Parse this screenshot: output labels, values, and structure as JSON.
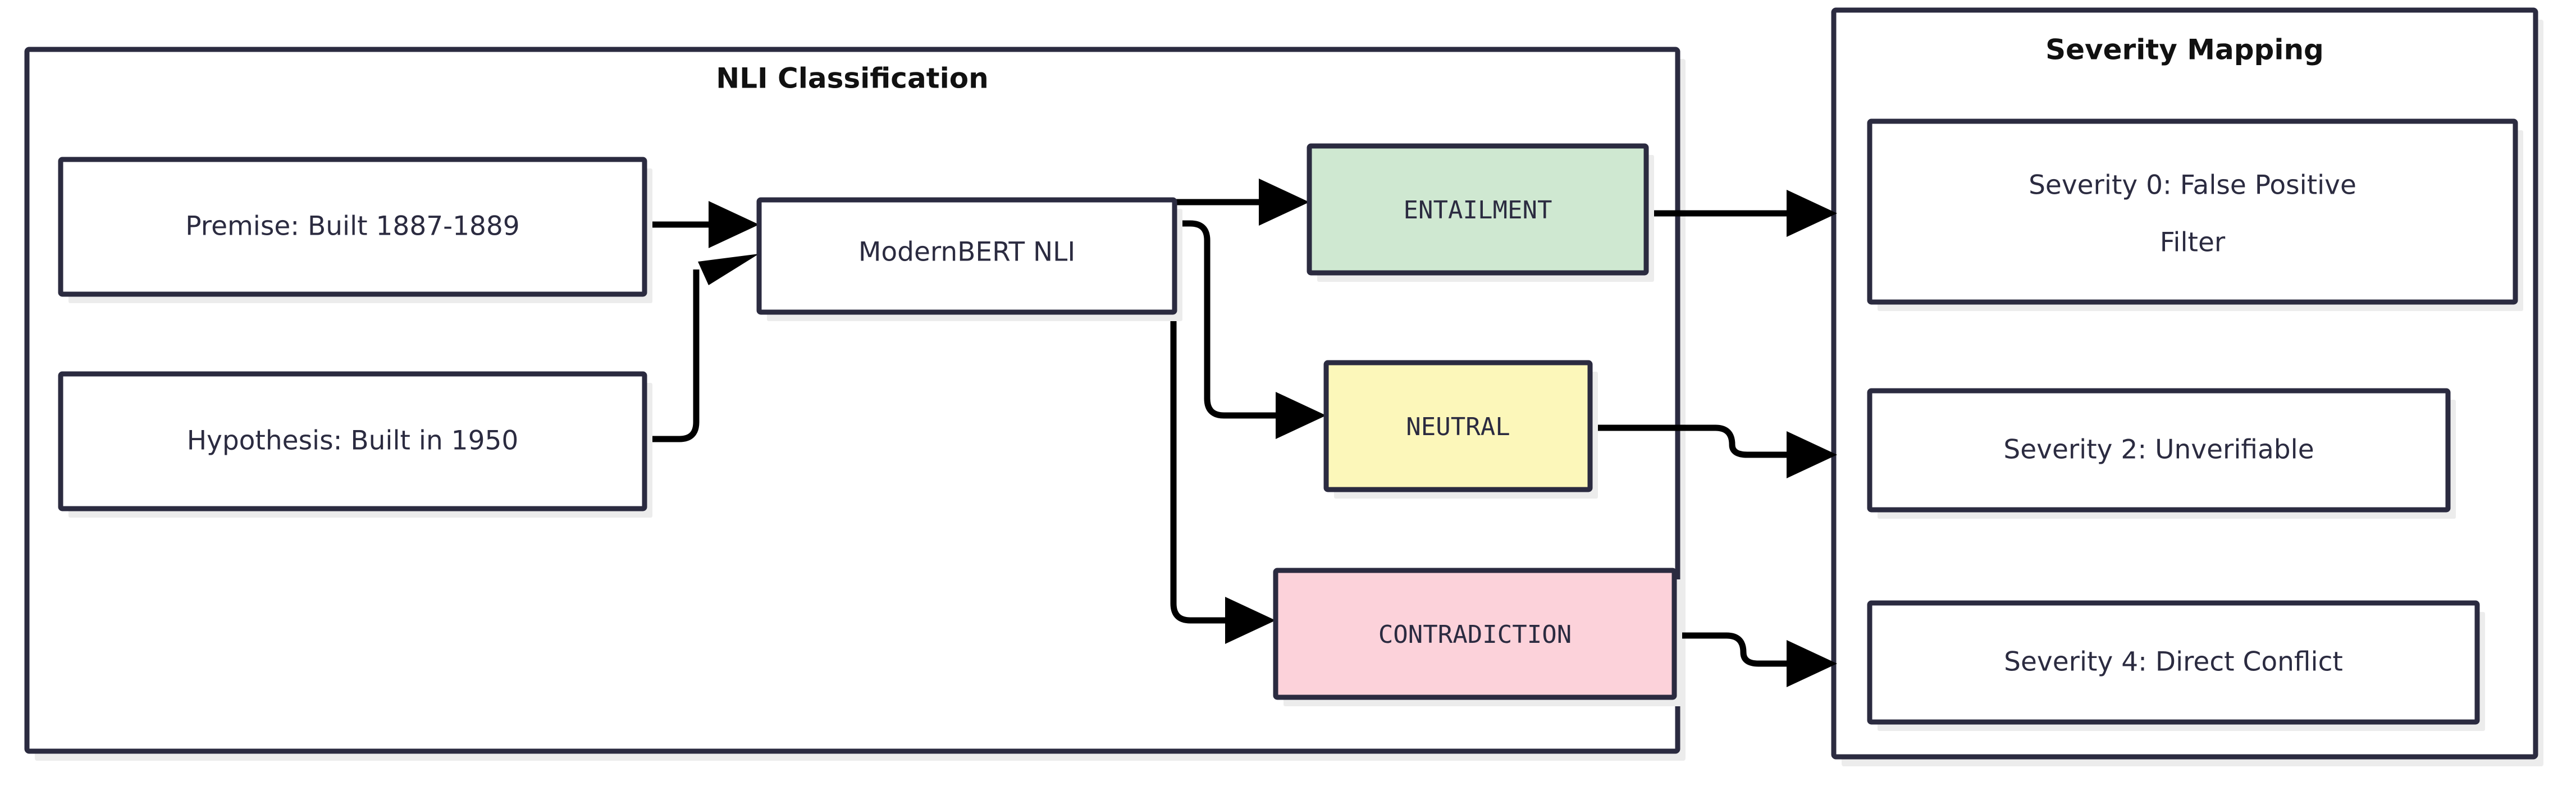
{
  "diagram": {
    "type": "flowchart",
    "direction": "left-to-right",
    "background_color": "#ffffff",
    "border_color": "#2b2b40",
    "edge_color": "#000000",
    "shadow_color": "#ececec"
  },
  "clusters": [
    {
      "id": "nli-classification",
      "title": "NLI Classification"
    },
    {
      "id": "severity-mapping",
      "title": "Severity Mapping"
    }
  ],
  "nodes": {
    "premise": {
      "label": "Premise: Built 1887-1889",
      "fill": "#ffffff",
      "style": "plain"
    },
    "hypothesis": {
      "label": "Hypothesis: Built in 1950",
      "fill": "#ffffff",
      "style": "plain"
    },
    "model": {
      "label": "ModernBERT NLI",
      "fill": "#ffffff",
      "style": "plain"
    },
    "entailment": {
      "label": "ENTAILMENT",
      "fill": "#cfe8d1",
      "style": "entail"
    },
    "neutral": {
      "label": "NEUTRAL",
      "fill": "#fcf7ba",
      "style": "neutral"
    },
    "contradiction": {
      "label": "CONTRADICTION",
      "fill": "#fcd2da",
      "style": "contra"
    },
    "severity0_line1": {
      "label": "Severity 0: False Positive"
    },
    "severity0_line2": {
      "label": "Filter"
    },
    "severity2": {
      "label": "Severity 2: Unverifiable",
      "fill": "#ffffff",
      "style": "plain"
    },
    "severity4": {
      "label": "Severity 4: Direct Conflict",
      "fill": "#ffffff",
      "style": "plain"
    }
  },
  "edges": [
    {
      "from": "premise",
      "to": "model",
      "label": ""
    },
    {
      "from": "hypothesis",
      "to": "model",
      "label": ""
    },
    {
      "from": "model",
      "to": "entailment",
      "label": ""
    },
    {
      "from": "model",
      "to": "neutral",
      "label": ""
    },
    {
      "from": "model",
      "to": "contradiction",
      "label": ""
    },
    {
      "from": "entailment",
      "to": "severity0",
      "label": ""
    },
    {
      "from": "neutral",
      "to": "severity2",
      "label": ""
    },
    {
      "from": "contradiction",
      "to": "severity4",
      "label": ""
    }
  ]
}
